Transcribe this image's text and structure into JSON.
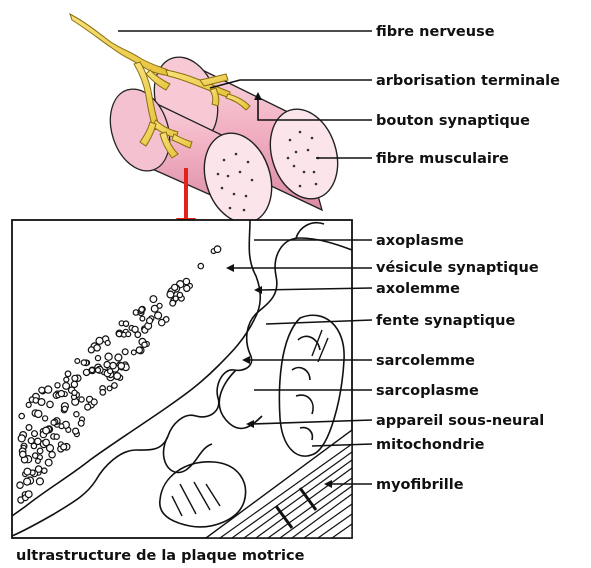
{
  "labels": {
    "fibre_nerveuse": "fibre nerveuse",
    "arborisation_terminale": "arborisation terminale",
    "bouton_synaptique": "bouton synaptique",
    "fibre_musculaire": "fibre musculaire",
    "axoplasme": "axoplasme",
    "vesicule_synaptique": "vésicule synaptique",
    "axolemme": "axolemme",
    "fente_synaptique": "fente synaptique",
    "sarcolemme": "sarcolemme",
    "sarcoplasme": "sarcoplasme",
    "appareil_sous_neural": "appareil sous-neural",
    "mitochondrie": "mitochondrie",
    "myofibrille": "myofibrille"
  },
  "caption": "ultrastructure de la plaque motrice",
  "colors": {
    "muscle_fill": "#f3b8c8",
    "nerve_fill": "#f2d75a",
    "arrow": "#e02418",
    "line": "#111111"
  }
}
